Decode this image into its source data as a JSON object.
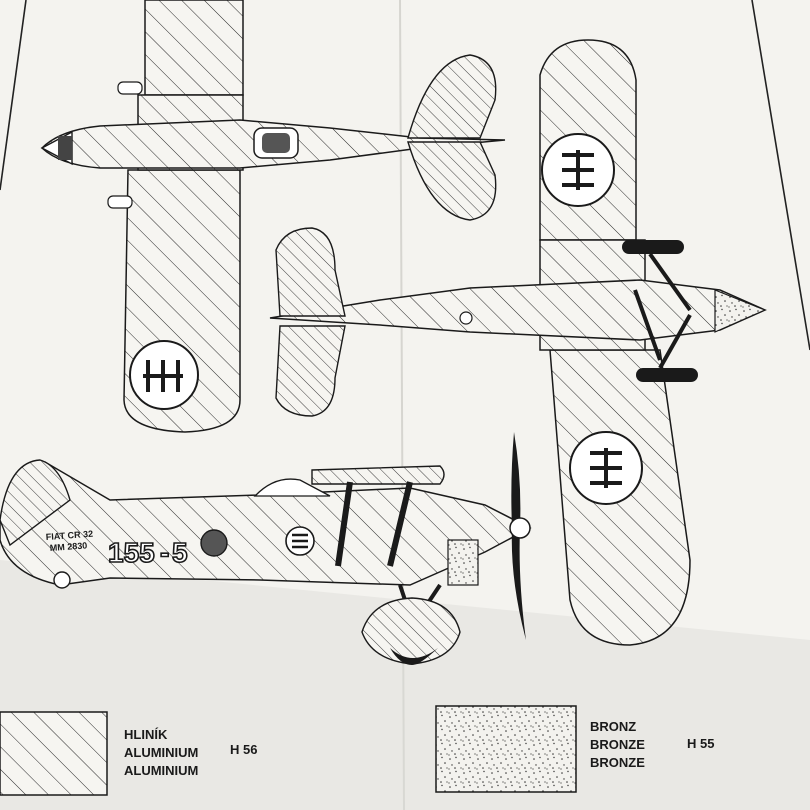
{
  "aircraft_side": {
    "fuselage_text_line1": "FIAT CR 32",
    "fuselage_text_line2": "MM 2830",
    "code_number": "155",
    "code_dash": "-",
    "code_digit": "5"
  },
  "legend": [
    {
      "swatch": "diagonal-hatch",
      "lines": [
        "HLINÍK",
        "ALUMINIUM",
        "ALUMINIUM"
      ],
      "code": "H 56"
    },
    {
      "swatch": "stipple",
      "lines": [
        "BRONZ",
        "BRONZE",
        "BRONZE"
      ],
      "code": "H 55"
    }
  ],
  "colors": {
    "paper": "#f4f3ef",
    "ink": "#1a1a1a",
    "shadow": "#d8d7d2"
  }
}
